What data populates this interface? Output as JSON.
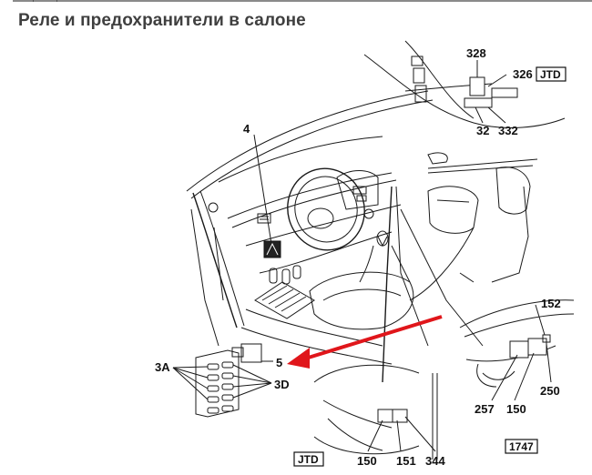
{
  "page": {
    "title": "Реле и предохранители в салоне"
  },
  "diagram": {
    "figure_number": "1747",
    "arrow_color": "#e0161b",
    "variant_tags": [
      {
        "id": "jtd-top",
        "text": "JTD"
      },
      {
        "id": "jtd-bottom",
        "text": "JTD"
      }
    ],
    "callouts": {
      "c328": "328",
      "c326": "326",
      "c32": "32",
      "c332": "332",
      "c4": "4",
      "c3a": "3A",
      "c5": "5",
      "c3d": "3D",
      "c152": "152",
      "c250": "250",
      "c257": "257",
      "c150r": "150",
      "c150b": "150",
      "c151": "151",
      "c344": "344"
    }
  }
}
